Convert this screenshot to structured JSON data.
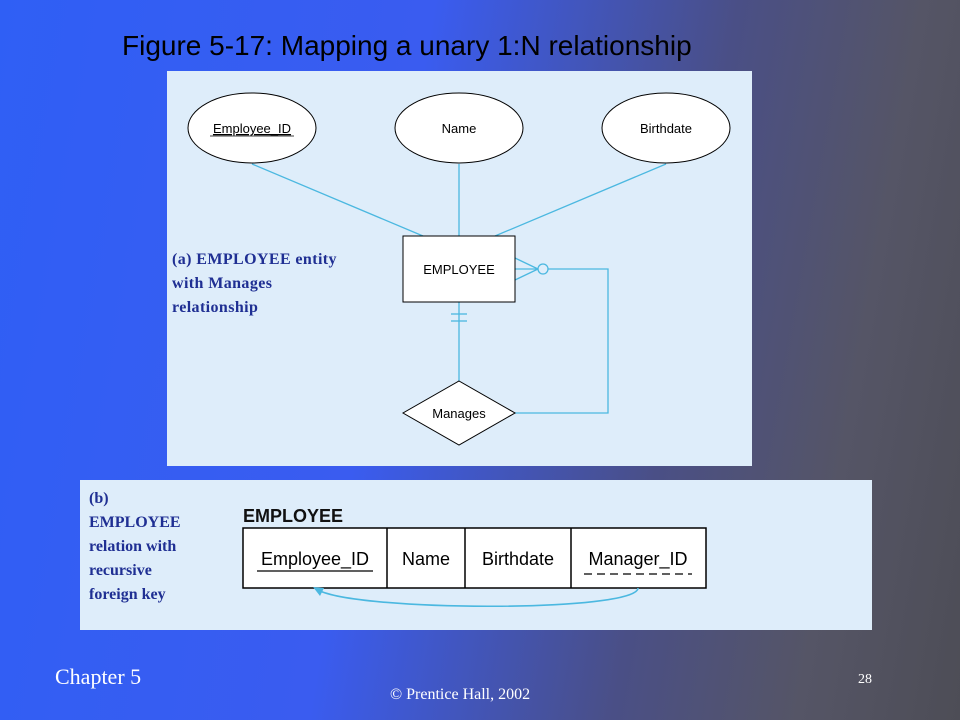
{
  "slide": {
    "title": "Figure 5-17: Mapping a unary 1:N relationship",
    "chapter": "Chapter 5",
    "copyright": "© Prentice Hall, 2002",
    "page_number": "28"
  },
  "er_diagram": {
    "caption": "(a) EMPLOYEE entity\nwith Manages\nrelationship",
    "entity": "EMPLOYEE",
    "attributes": [
      "Employee_ID",
      "Name",
      "Birthdate"
    ],
    "relationship": "Manages"
  },
  "relation": {
    "caption": "(b)\nEMPLOYEE\nrelation with\nrecursive\nforeign key",
    "name": "EMPLOYEE",
    "columns": [
      "Employee_ID",
      "Name",
      "Birthdate",
      "Manager_ID"
    ]
  },
  "colors": {
    "line": "#4bb8e0",
    "caption": "#1f2f93",
    "panel": "#deedfa"
  }
}
